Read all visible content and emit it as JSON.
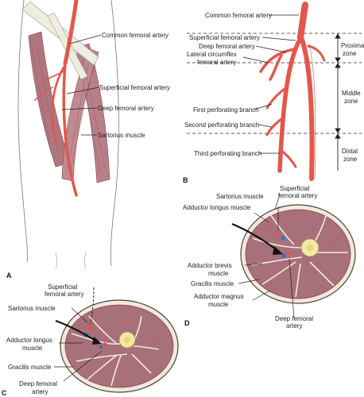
{
  "panels": {
    "A": {
      "letter": "A",
      "labels": {
        "common_femoral": "Common femoral artery",
        "superficial_femoral": "Superficial femoral artery",
        "deep_femoral": "Deep femoral artery",
        "sartorius": "Sartorius muscle"
      }
    },
    "B": {
      "letter": "B",
      "labels": {
        "common_femoral": "Common femoral artery",
        "superficial_femoral": "Superficial femoral artery",
        "deep_femoral": "Deep femoral artery",
        "lat_circ_1": "Lateral circumflex",
        "lat_circ_2": "femoral artery",
        "first_perf": "First perforating branch",
        "second_perf": "Second perforating branch",
        "third_perf": "Third perforating branch"
      },
      "zones": {
        "proximal_1": "Proximal",
        "proximal_2": "zone",
        "middle_1": "Middle",
        "middle_2": "zone",
        "distal_1": "Distal",
        "distal_2": "zone"
      }
    },
    "C": {
      "letter": "C",
      "labels": {
        "superficial_1": "Superficial",
        "superficial_2": "femoral artery",
        "sartorius": "Sartorius muscle",
        "adductor_longus_1": "Adductor longus",
        "adductor_longus_2": "muscle",
        "gracilis": "Gracilis muscle",
        "deep_1": "Deep femoral",
        "deep_2": "artery"
      }
    },
    "D": {
      "letter": "D",
      "labels": {
        "superficial_1": "Superficial",
        "superficial_2": "femoral artery",
        "sartorius": "Sartorius muscle",
        "adductor_longus": "Adductor longus muscle",
        "adductor_brevis_1": "Adductor brevis",
        "adductor_brevis_2": "muscle",
        "gracilis": "Gracilis muscle",
        "adductor_magnus_1": "Adductor magnus",
        "adductor_magnus_2": "muscle",
        "deep_1": "Deep femoral",
        "deep_2": "artery"
      }
    }
  },
  "colors": {
    "artery": "#e2574c",
    "artery_dark": "#b8322a",
    "muscle": "#a8707a",
    "muscle_dark": "#7c4a55",
    "tendon": "#efeede",
    "bone": "#f3e7a6",
    "skin_fill": "#f6e7d8",
    "vein": "#3f6fc0"
  }
}
